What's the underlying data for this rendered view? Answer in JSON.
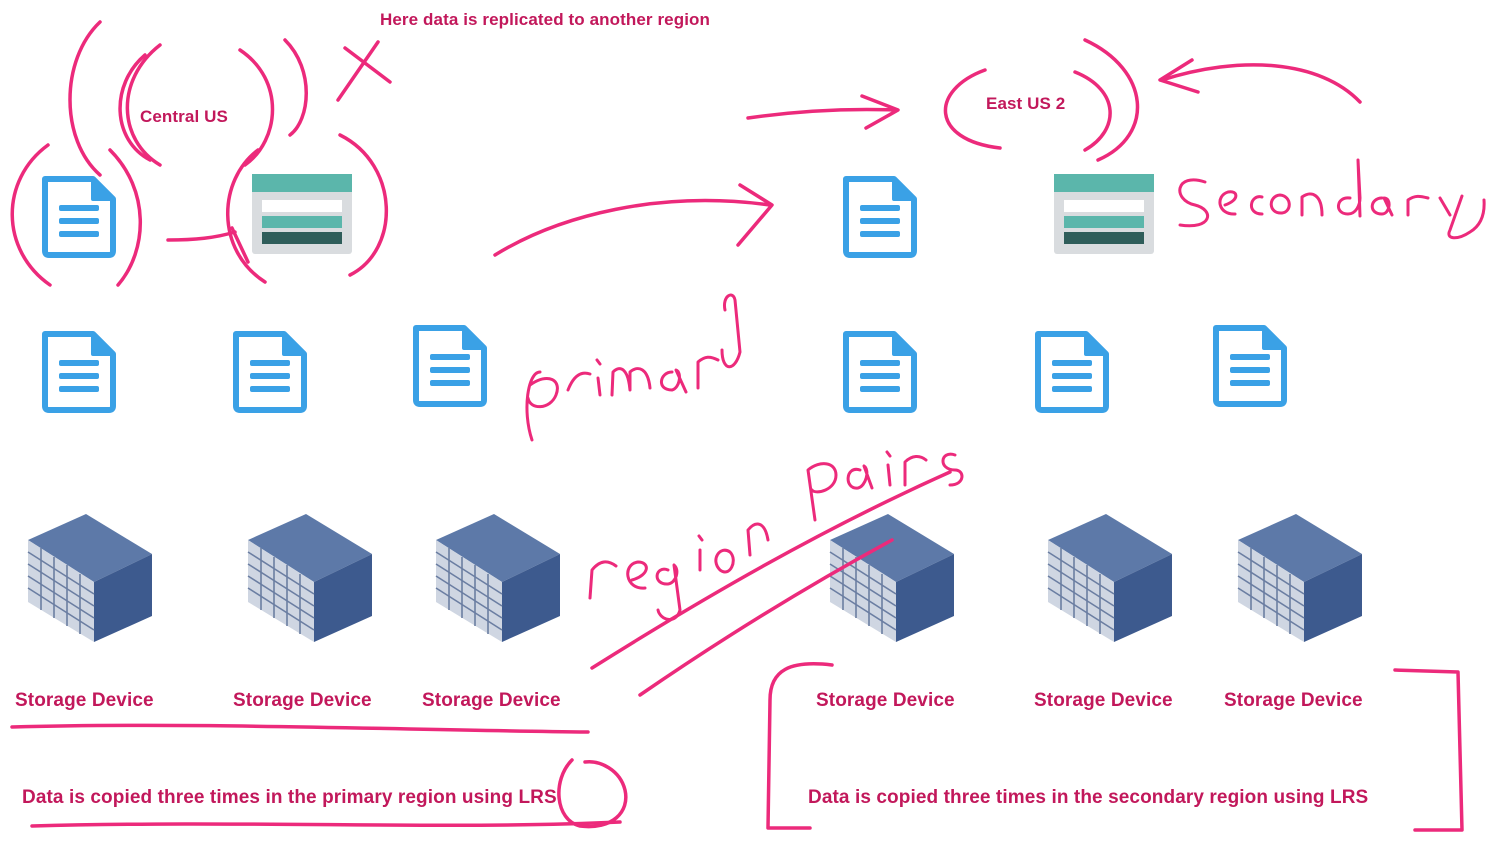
{
  "header": {
    "replication_note": "Here data is replicated to another region"
  },
  "regions": {
    "primary": {
      "name": "Central US",
      "storage_labels": [
        "Storage Device",
        "Storage Device",
        "Storage Device"
      ],
      "caption": "Data is copied three times in the primary region using LRS"
    },
    "secondary": {
      "name": "East US 2",
      "storage_labels": [
        "Storage Device",
        "Storage Device",
        "Storage Device"
      ],
      "caption": "Data is copied three times in the secondary region using LRS"
    }
  },
  "icons": {
    "document": "document-icon",
    "storage_account": "storage-account-icon",
    "storage_device": "storage-device-icon"
  },
  "colors": {
    "label_text": "#c2185b",
    "annotation_ink": "#ec2a7b",
    "document_blue": "#3aa1e6",
    "storage_teal": "#5bb6ab",
    "server_blue": "#4a6aa0"
  }
}
